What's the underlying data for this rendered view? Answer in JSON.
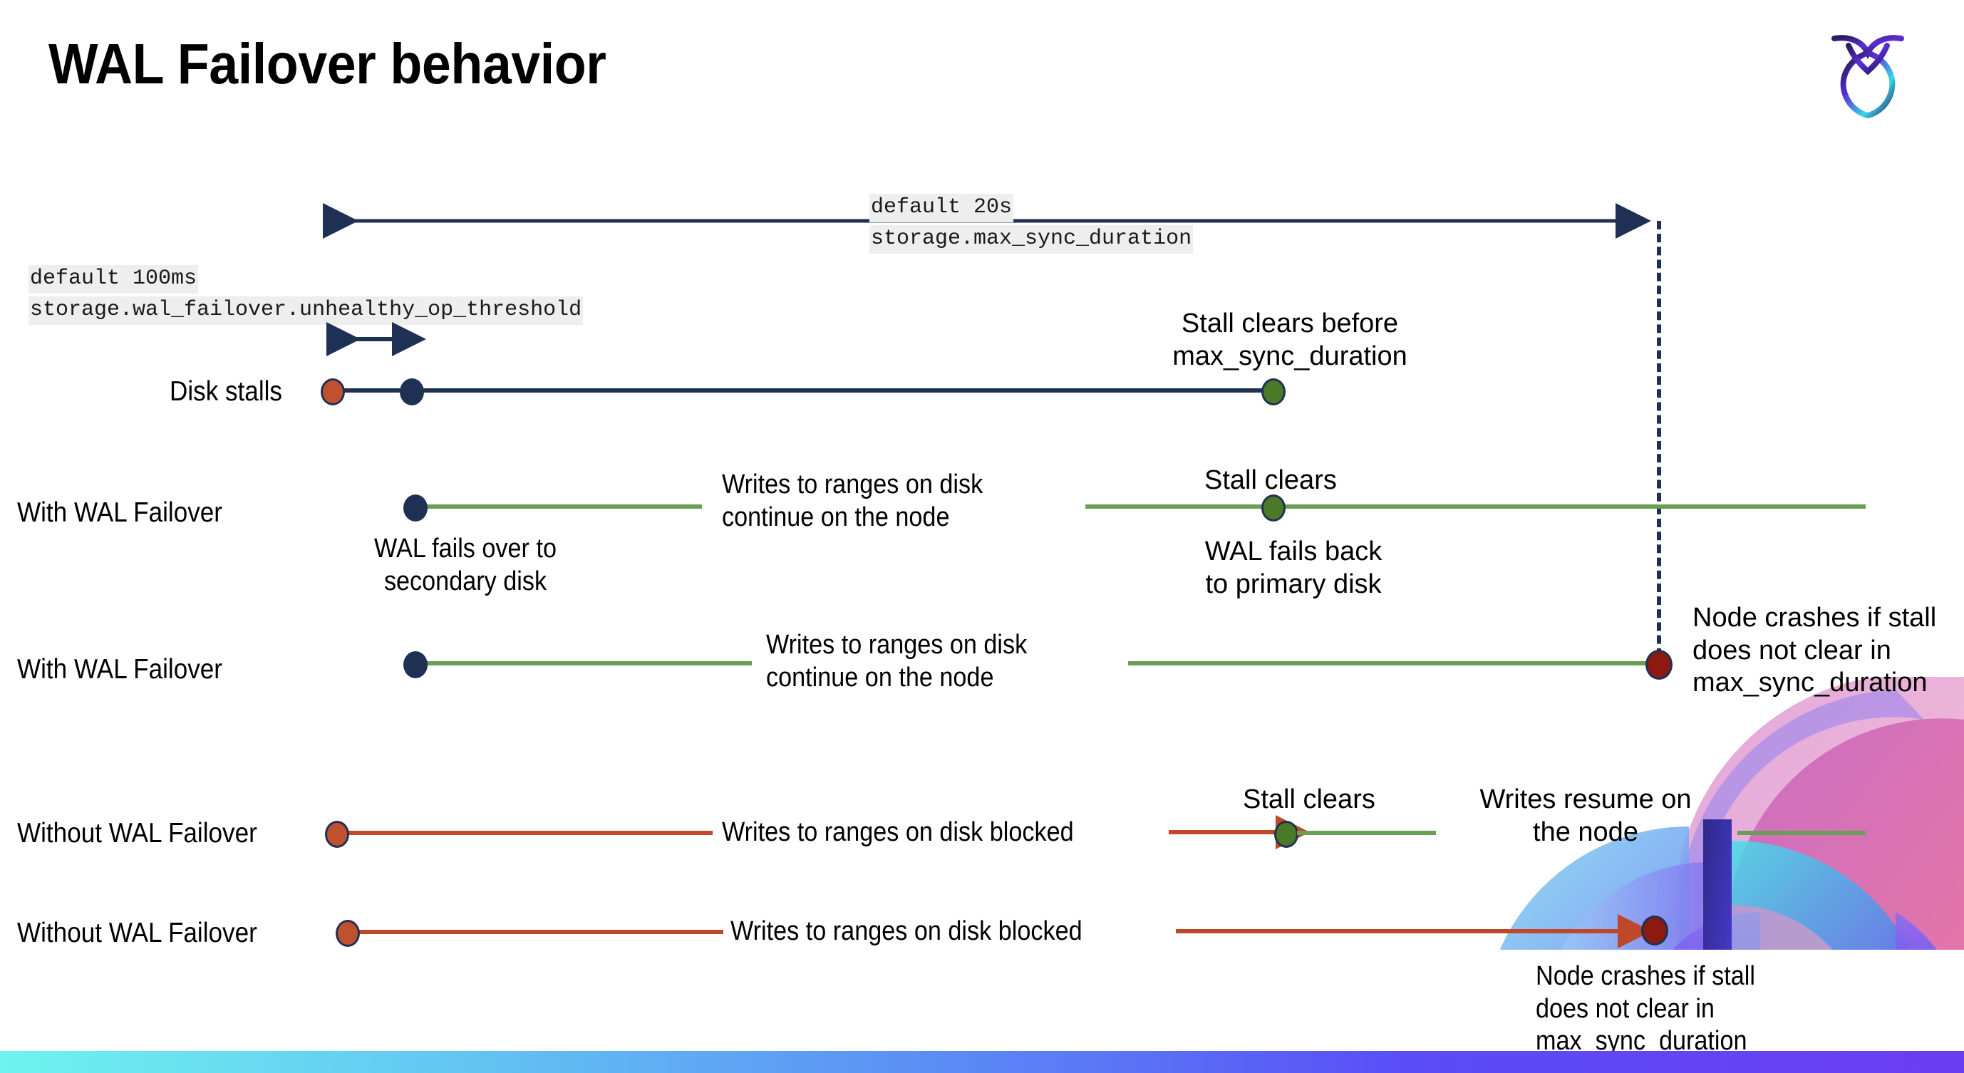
{
  "slide": {
    "title": "WAL Failover behavior",
    "logo_icon": "cockroachdb-logo-icon",
    "background": "#ffffff",
    "accent_bottom_bar_gradient": [
      "#6ff3ef",
      "#5b8cf5",
      "#6b3df0"
    ]
  },
  "colors": {
    "navy": "#1f3055",
    "green_line": "#6a9e54",
    "green_dot": "#4a7a28",
    "orange": "#c0482a",
    "orange_dot": "#c0512f",
    "dark_red_dot": "#8c1a10",
    "code_bg": "#eeeeee",
    "text": "#000000"
  },
  "annotations": {
    "max_sync_duration": {
      "default": "default 20s",
      "setting": "storage.max_sync_duration"
    },
    "unhealthy_op_threshold": {
      "default": "default 100ms",
      "setting": "storage.wal_failover.unhealthy_op_threshold"
    }
  },
  "rows": [
    {
      "id": "disk-stalls",
      "label": "Disk stalls",
      "markers": [
        "stall-start-orange-dot",
        "failover-navy-dot",
        "stall-clear-green-dot"
      ],
      "notes": [
        "Stall clears before\nmax_sync_duration"
      ]
    },
    {
      "id": "with-wal-failover-clears",
      "label": "With WAL Failover",
      "markers": [
        "failover-navy-dot",
        "stall-clear-green-dot"
      ],
      "notes": [
        "Writes to ranges on disk\ncontinue on the node",
        "Stall clears",
        "WAL fails over to\nsecondary disk",
        "WAL fails  back\nto primary disk"
      ]
    },
    {
      "id": "with-wal-failover-crash",
      "label": "With WAL Failover",
      "markers": [
        "failover-navy-dot",
        "node-crash-dark-red-dot"
      ],
      "notes": [
        "Writes to ranges on disk\ncontinue on the node",
        "Node crashes if stall\ndoes not clear in\nmax_sync_duration"
      ]
    },
    {
      "id": "without-wal-failover-clears",
      "label": "Without WAL Failover",
      "markers": [
        "stall-start-orange-dot",
        "stall-clear-green-dot"
      ],
      "notes": [
        "Writes to ranges on disk  blocked",
        "Stall clears",
        "Writes resume on\nthe node"
      ]
    },
    {
      "id": "without-wal-failover-crash",
      "label": "Without WAL Failover",
      "markers": [
        "stall-start-orange-dot",
        "node-crash-dark-red-dot"
      ],
      "notes": [
        "Writes to ranges on disk  blocked",
        "Node crashes if stall\ndoes not clear in\nmax_sync_duration"
      ]
    }
  ],
  "labels": {
    "disk_stalls": "Disk stalls",
    "with_wal_failover_1": "With WAL Failover",
    "with_wal_failover_2": "With WAL Failover",
    "without_wal_failover_1": "Without WAL Failover",
    "without_wal_failover_2": "Without WAL Failover",
    "stall_clears_before_max": "Stall clears before\nmax_sync_duration",
    "stall_clears_a": "Stall clears",
    "stall_clears_b": "Stall clears",
    "writes_continue_a": "Writes to ranges on disk\ncontinue on the node",
    "writes_continue_b": "Writes to ranges on disk\ncontinue on the node",
    "wal_fails_over": "WAL fails over to\nsecondary disk",
    "wal_fails_back": "WAL fails  back\nto primary disk",
    "node_crashes_top": "Node crashes if stall\ndoes not clear in\nmax_sync_duration",
    "node_crashes_bottom": "Node crashes if stall\ndoes not clear in\nmax_sync_duration",
    "writes_blocked_a": "Writes to ranges on disk  blocked",
    "writes_blocked_b": "Writes to ranges on disk  blocked",
    "writes_resume": "Writes resume on\nthe node"
  }
}
